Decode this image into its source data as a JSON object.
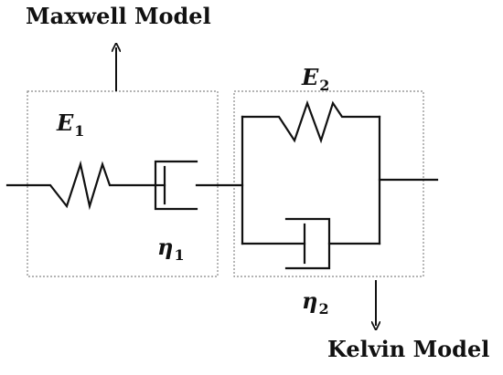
{
  "titles": {
    "maxwell": "Maxwell Model",
    "kelvin": "Kelvin Model"
  },
  "symbols": {
    "e1": {
      "base": "E",
      "sub": "1"
    },
    "e2": {
      "base": "E",
      "sub": "2"
    },
    "eta1": {
      "base": "η",
      "sub": "1"
    },
    "eta2": {
      "base": "η",
      "sub": "2"
    }
  },
  "colors": {
    "line": "#111111",
    "box_border": "#888888",
    "background": "#ffffff"
  }
}
